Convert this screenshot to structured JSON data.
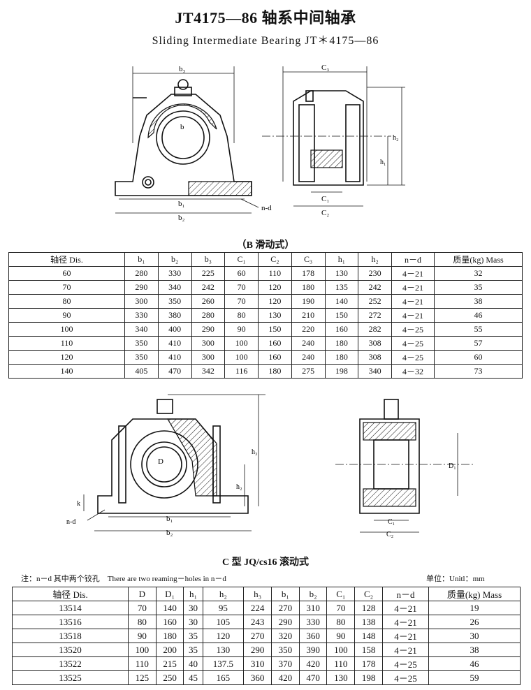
{
  "title": "JT4175—86 轴系中间轴承",
  "subtitle": "Sliding Intermediate Bearing JT＊4175—86",
  "drawing1_labels": {
    "b3": "b₃",
    "b1": "b₁",
    "b2": "b₂",
    "nd": "n-d",
    "b": "b",
    "C3": "C₃",
    "C1": "C₁",
    "C2": "C₂",
    "h1": "h₁",
    "h2": "h₂"
  },
  "table1": {
    "caption": "（B 滑动式）",
    "headers": [
      "轴径 Dis.",
      "b₁",
      "b₂",
      "b₃",
      "C₁",
      "C₂",
      "C₃",
      "h₁",
      "h₂",
      "n－d",
      "质量(kg) Mass"
    ],
    "rows": [
      [
        "60",
        "280",
        "330",
        "225",
        "60",
        "110",
        "178",
        "130",
        "230",
        "4－21",
        "32"
      ],
      [
        "70",
        "290",
        "340",
        "242",
        "70",
        "120",
        "180",
        "135",
        "242",
        "4－21",
        "35"
      ],
      [
        "80",
        "300",
        "350",
        "260",
        "70",
        "120",
        "190",
        "140",
        "252",
        "4－21",
        "38"
      ],
      [
        "90",
        "330",
        "380",
        "280",
        "80",
        "130",
        "210",
        "150",
        "272",
        "4－21",
        "46"
      ],
      [
        "100",
        "340",
        "400",
        "290",
        "90",
        "150",
        "220",
        "160",
        "282",
        "4－25",
        "55"
      ],
      [
        "110",
        "350",
        "410",
        "300",
        "100",
        "160",
        "240",
        "180",
        "308",
        "4－25",
        "57"
      ],
      [
        "120",
        "350",
        "410",
        "300",
        "100",
        "160",
        "240",
        "180",
        "308",
        "4－25",
        "60"
      ],
      [
        "140",
        "405",
        "470",
        "342",
        "116",
        "180",
        "275",
        "198",
        "340",
        "4－32",
        "73"
      ]
    ]
  },
  "drawing2_labels": {
    "D": "D",
    "h3": "h₃",
    "h2": "h₂",
    "k": "k",
    "b1": "b₁",
    "b2": "b₂",
    "nd": "n-d",
    "D1": "D₁",
    "C1": "C₁",
    "C2": "C₂"
  },
  "table2": {
    "caption": "C 型 JQ/cs16 滚动式",
    "note": "注：n－d 其中两个铰孔　There are two reaming－holes in n－d",
    "unit": "单位：Unitl：mm",
    "headers": [
      "轴径 Dis.",
      "D",
      "D₁",
      "h₁",
      "h₂",
      "h₃",
      "b₁",
      "b₂",
      "C₁",
      "C₂",
      "n－d",
      "质量(kg) Mass"
    ],
    "rows": [
      [
        "13514",
        "70",
        "140",
        "30",
        "95",
        "224",
        "270",
        "310",
        "70",
        "128",
        "4－21",
        "19"
      ],
      [
        "13516",
        "80",
        "160",
        "30",
        "105",
        "243",
        "290",
        "330",
        "80",
        "138",
        "4－21",
        "26"
      ],
      [
        "13518",
        "90",
        "180",
        "35",
        "120",
        "270",
        "320",
        "360",
        "90",
        "148",
        "4－21",
        "30"
      ],
      [
        "13520",
        "100",
        "200",
        "35",
        "130",
        "290",
        "350",
        "390",
        "100",
        "158",
        "4－21",
        "38"
      ],
      [
        "13522",
        "110",
        "215",
        "40",
        "137.5",
        "310",
        "370",
        "420",
        "110",
        "178",
        "4－25",
        "46"
      ],
      [
        "13525",
        "125",
        "250",
        "45",
        "165",
        "360",
        "420",
        "470",
        "130",
        "198",
        "4－25",
        "59"
      ]
    ]
  }
}
